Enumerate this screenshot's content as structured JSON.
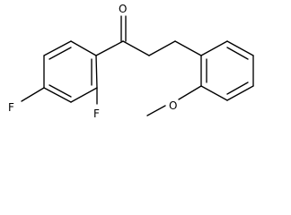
{
  "molecule": {
    "atoms": {
      "oxygen_carbonyl": "O",
      "fluorine_left": "F",
      "fluorine_right": "F",
      "methoxy": "O"
    },
    "colors": {
      "bond": "#000000",
      "label": "#000000",
      "background": "#ffffff"
    }
  }
}
